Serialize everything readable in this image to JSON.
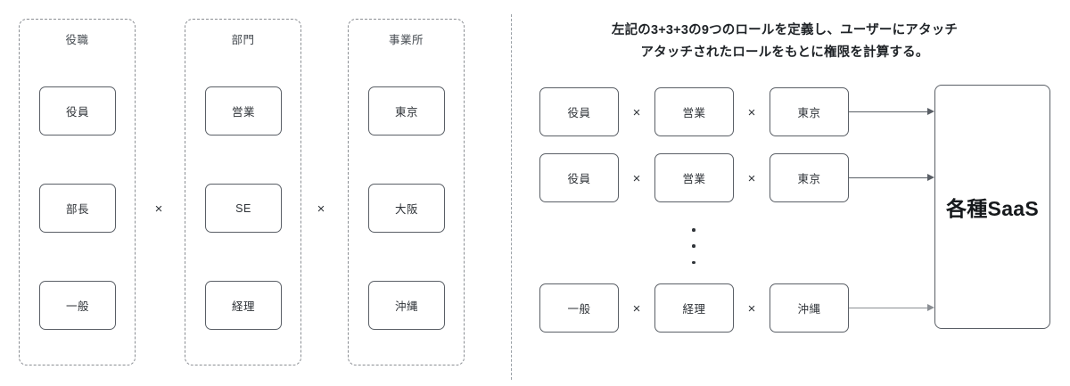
{
  "left_panel": {
    "groups": [
      {
        "name": "position-group",
        "title": "役職",
        "items": [
          "役員",
          "部長",
          "一般"
        ]
      },
      {
        "name": "department-group",
        "title": "部門",
        "items": [
          "営業",
          "SE",
          "経理"
        ]
      },
      {
        "name": "office-group",
        "title": "事業所",
        "items": [
          "東京",
          "大阪",
          "沖縄"
        ]
      }
    ],
    "operators": [
      "×",
      "×"
    ]
  },
  "right_panel": {
    "headline_line1": "左記の3+3+3の9つのロールを定義し、ユーザーにアタッチ",
    "headline_line2": "アタッチされたロールをもとに権限を計算する。",
    "rows": [
      {
        "position": "役員",
        "op1": "×",
        "department": "営業",
        "op2": "×",
        "office": "東京"
      },
      {
        "position": "役員",
        "op1": "×",
        "department": "営業",
        "op2": "×",
        "office": "東京"
      },
      {
        "position": "一般",
        "op1": "×",
        "department": "経理",
        "op2": "×",
        "office": "沖縄"
      }
    ],
    "ellipsis": "⋮",
    "target_label": "各種SaaS"
  },
  "colors": {
    "box_border": "#5a5f66",
    "dashed_border": "#8b8f94",
    "text": "#2f3338",
    "background": "#ffffff"
  }
}
